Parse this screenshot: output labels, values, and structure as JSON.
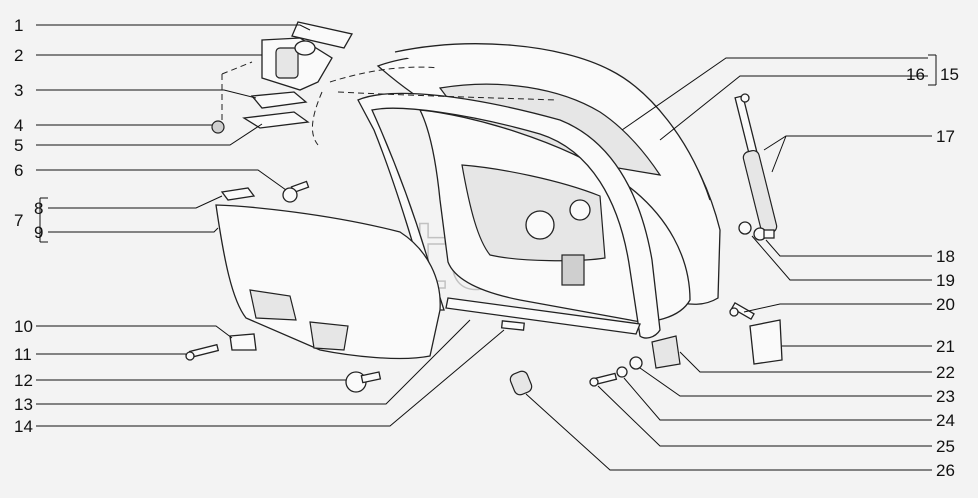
{
  "watermark": "AutoSoft",
  "callouts_left": [
    "1",
    "2",
    "3",
    "4",
    "5",
    "6",
    "8",
    "7",
    "9",
    "10",
    "11",
    "12",
    "13",
    "14"
  ],
  "callouts_right": [
    "16",
    "15",
    "17",
    "18",
    "19",
    "20",
    "21",
    "22",
    "23",
    "24",
    "25",
    "26"
  ]
}
